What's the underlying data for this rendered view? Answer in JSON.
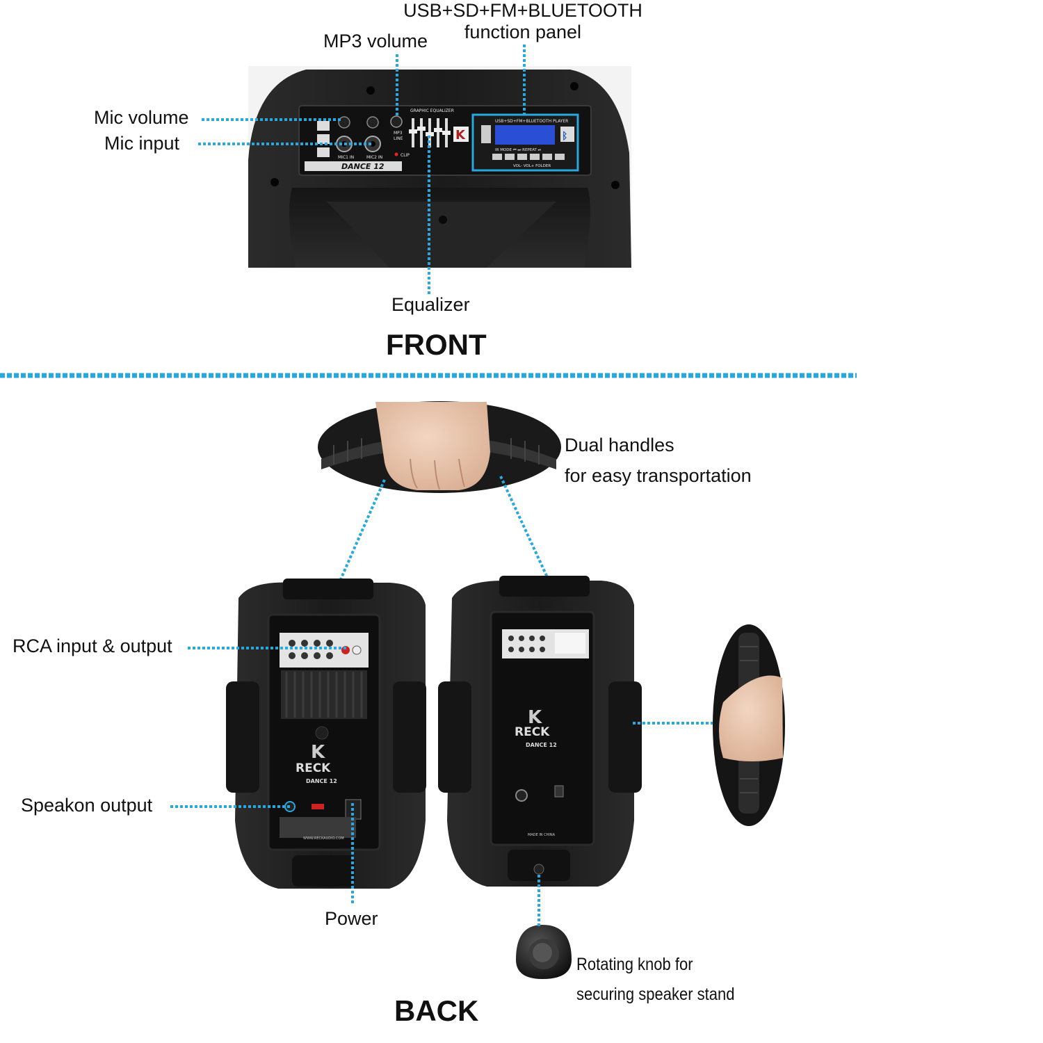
{
  "front": {
    "title": "FRONT",
    "callouts": {
      "usb_panel_line1": "USB+SD+FM+BLUETOOTH",
      "usb_panel_line2": "function panel",
      "mp3_volume": "MP3 volume",
      "mic_volume": "Mic volume",
      "mic_input": "Mic input",
      "equalizer": "Equalizer"
    },
    "panel": {
      "player_title": "USB+SD+FM+BLUETOOTH PLAYER",
      "eq_title": "GRAPHIC EQUALIZER",
      "model": "DANCE 12",
      "mic1": "MIC1 IN",
      "mic2": "MIC2 IN",
      "mp3": "MP3",
      "line": "LINE",
      "clip": "CLIP",
      "buttons": "IR  MODE   ⏮   ⏭  REPEAT  ⏯",
      "vol_row": "VOL-   VOL+  FOLDER",
      "bt": "Bluetooth"
    }
  },
  "back": {
    "title": "BACK",
    "callouts": {
      "handles_line1": "Dual handles",
      "handles_line2": "for easy transportation",
      "rca": "RCA input & output",
      "speakon": "Speakon output",
      "power": "Power",
      "knob_line1": "Rotating knob for",
      "knob_line2": "securing speaker stand"
    },
    "speaker": {
      "brand": "RECK",
      "model": "DANCE 12",
      "made_in": "MADE IN CHINA",
      "website": "WWW.RECKAUDIO.COM"
    }
  },
  "colors": {
    "accent": "#29a8e0",
    "speaker_body": "#1c1c1c",
    "speaker_dark": "#0d0d0d",
    "lcd": "#2a4fd6"
  }
}
